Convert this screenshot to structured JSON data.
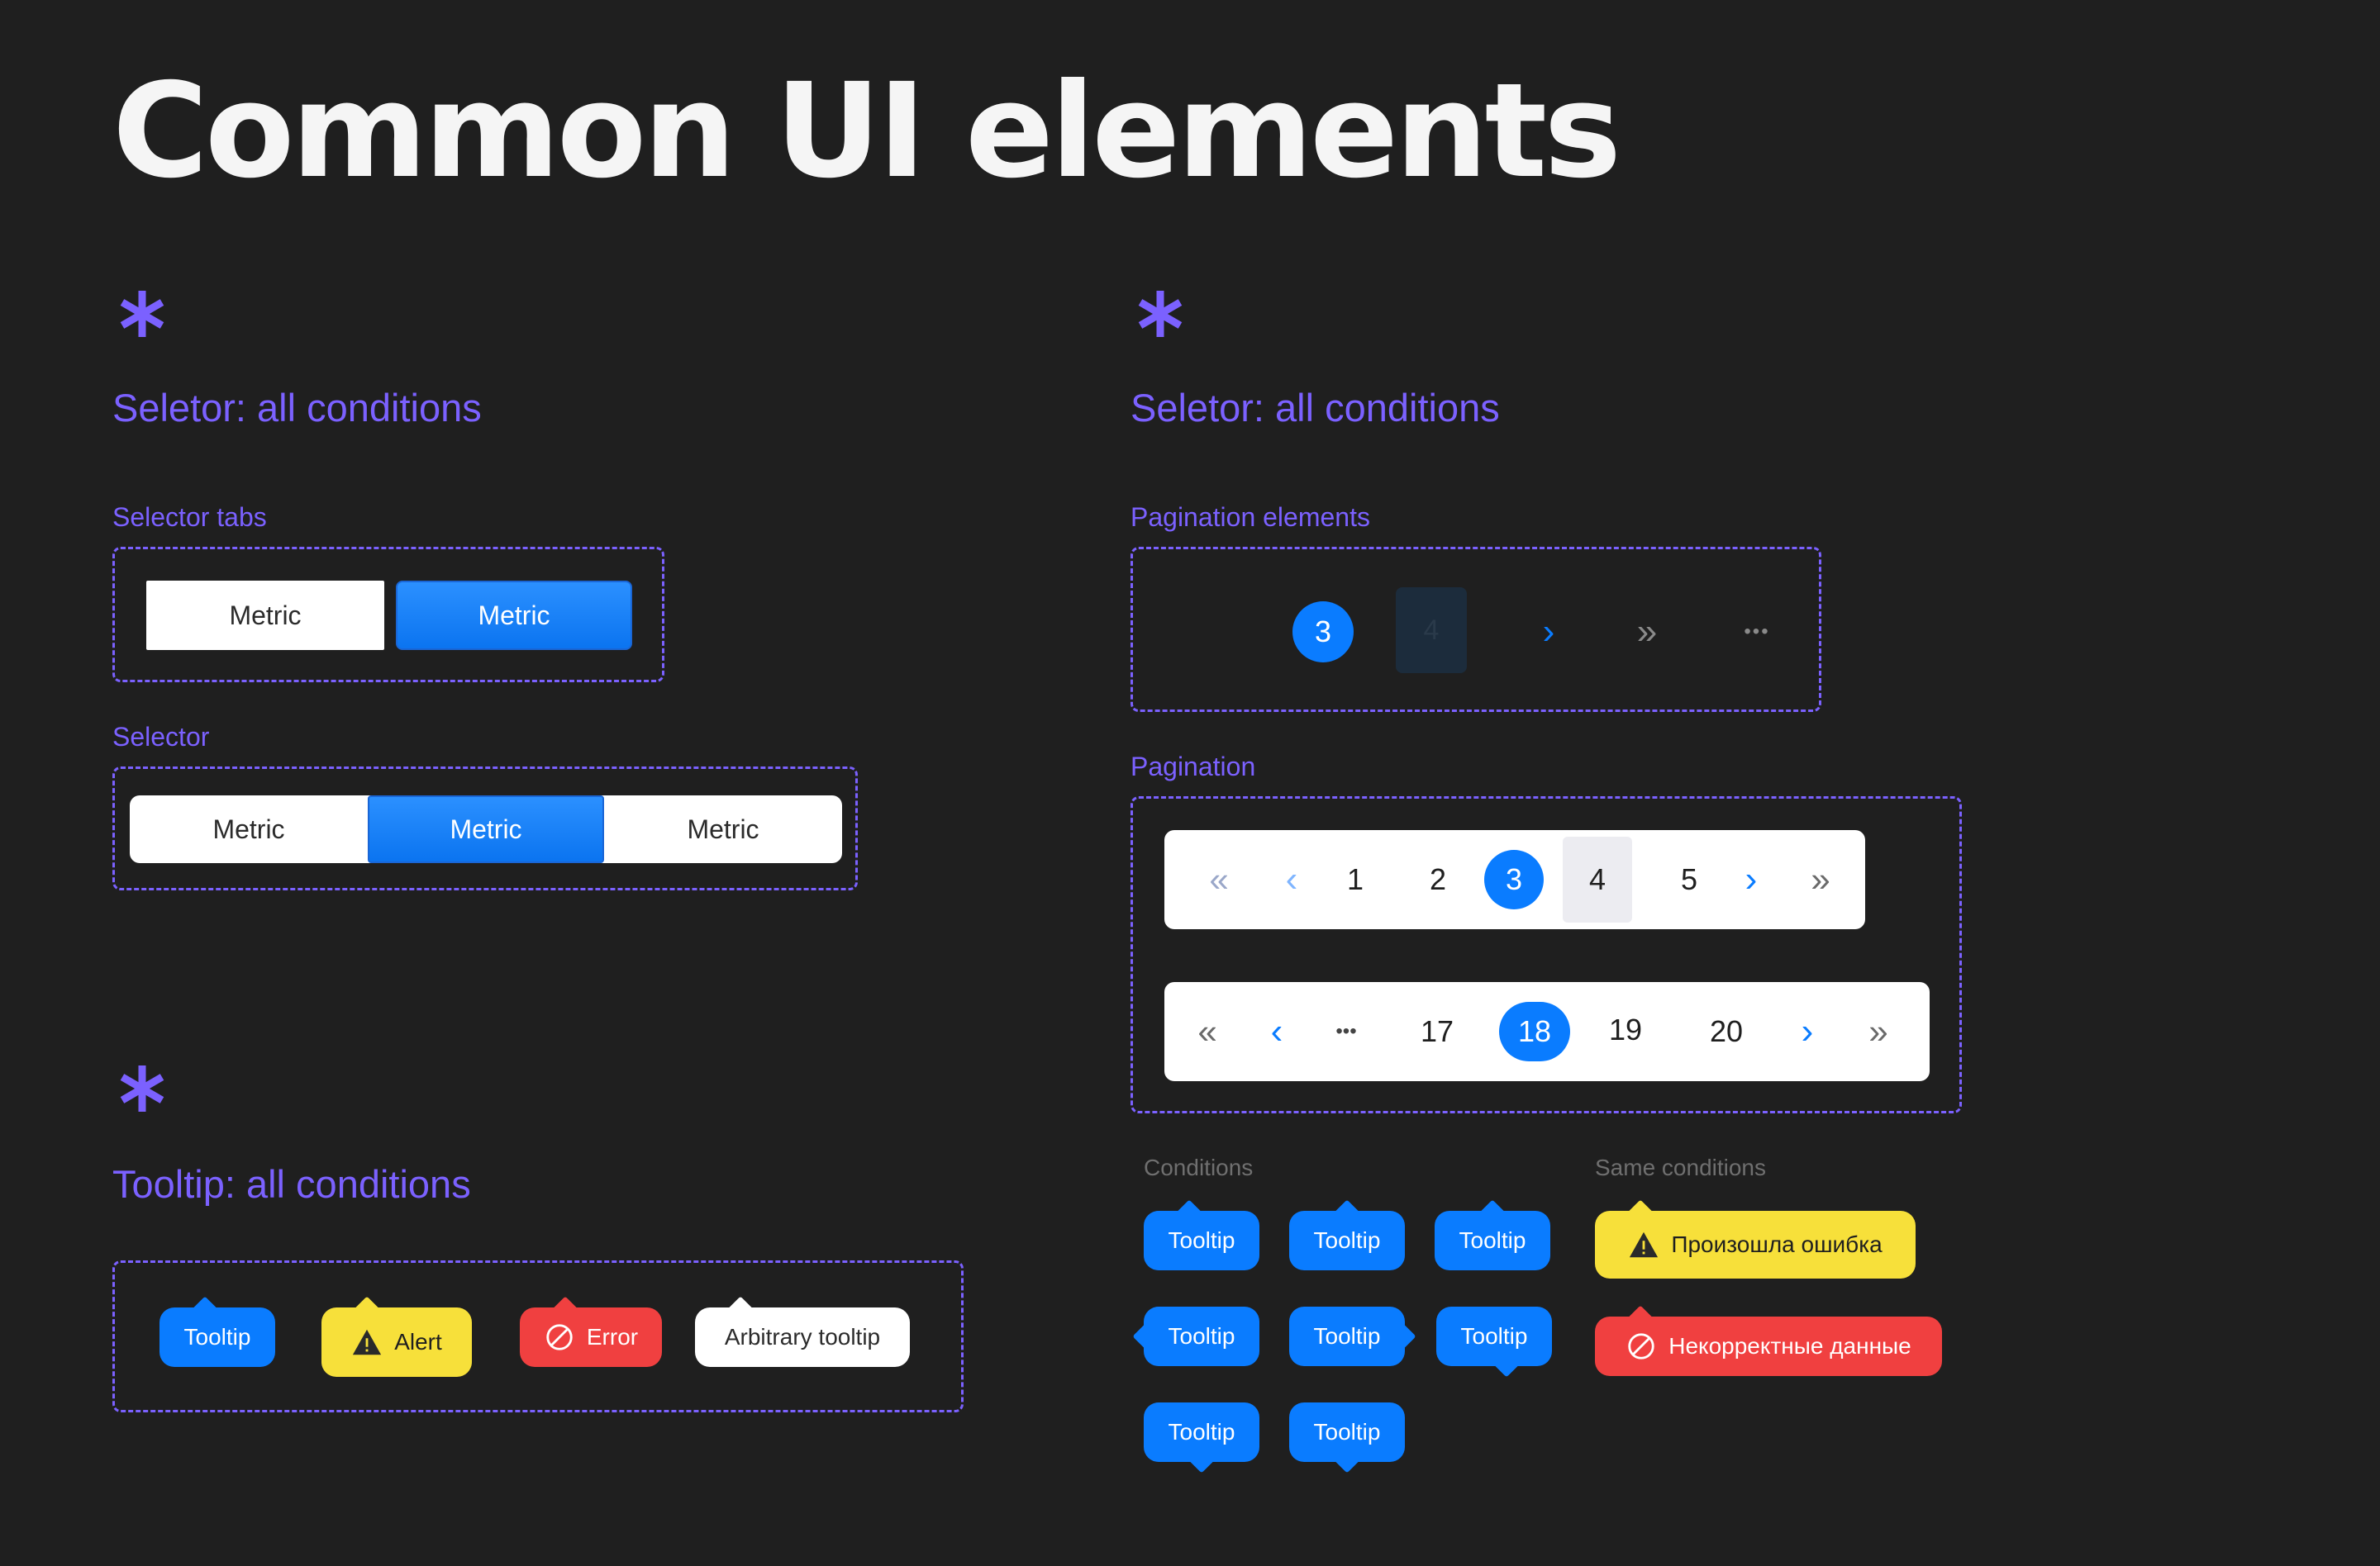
{
  "page_title": "Common UI elements",
  "accent_color": "#7b61ff",
  "primary_blue": "#0a7cff",
  "sections": {
    "selector_left": {
      "title": "Seletor: all conditions",
      "tabs_label": "Selector tabs",
      "tabs": [
        "Metric",
        "Metric"
      ],
      "selector_label": "Selector",
      "selector": [
        "Metric",
        "Metric",
        "Metric"
      ]
    },
    "selector_right": {
      "title": "Seletor: all conditions",
      "pagination_elements_label": "Pagination elements",
      "pagination_elements": {
        "current": "3",
        "hover": "4",
        "next": "›",
        "last": "»",
        "ellipsis": "•••"
      },
      "pagination_label": "Pagination",
      "pagination_1": {
        "first": "«",
        "prev": "‹",
        "pages": [
          "1",
          "2",
          "3",
          "4",
          "5"
        ],
        "current": "3",
        "hover": "4",
        "next": "›",
        "last": "»"
      },
      "pagination_2": {
        "first": "«",
        "prev": "‹",
        "ellipsis": "•••",
        "pages": [
          "17",
          "18",
          "19",
          "20"
        ],
        "current": "18",
        "next": "›",
        "last": "»"
      }
    },
    "tooltip": {
      "title": "Tooltip: all conditions",
      "items": {
        "tooltip": "Tooltip",
        "alert": "Alert",
        "error": "Error",
        "arbitrary": "Arbitrary tooltip"
      }
    },
    "conditions": {
      "label": "Conditions",
      "tooltips": [
        "Tooltip",
        "Tooltip",
        "Tooltip",
        "Tooltip",
        "Tooltip",
        "Tooltip",
        "Tooltip",
        "Tooltip"
      ]
    },
    "same_conditions": {
      "label": "Same conditions",
      "warning": "Произошла ошибка",
      "error": "Некорректные данные"
    }
  }
}
